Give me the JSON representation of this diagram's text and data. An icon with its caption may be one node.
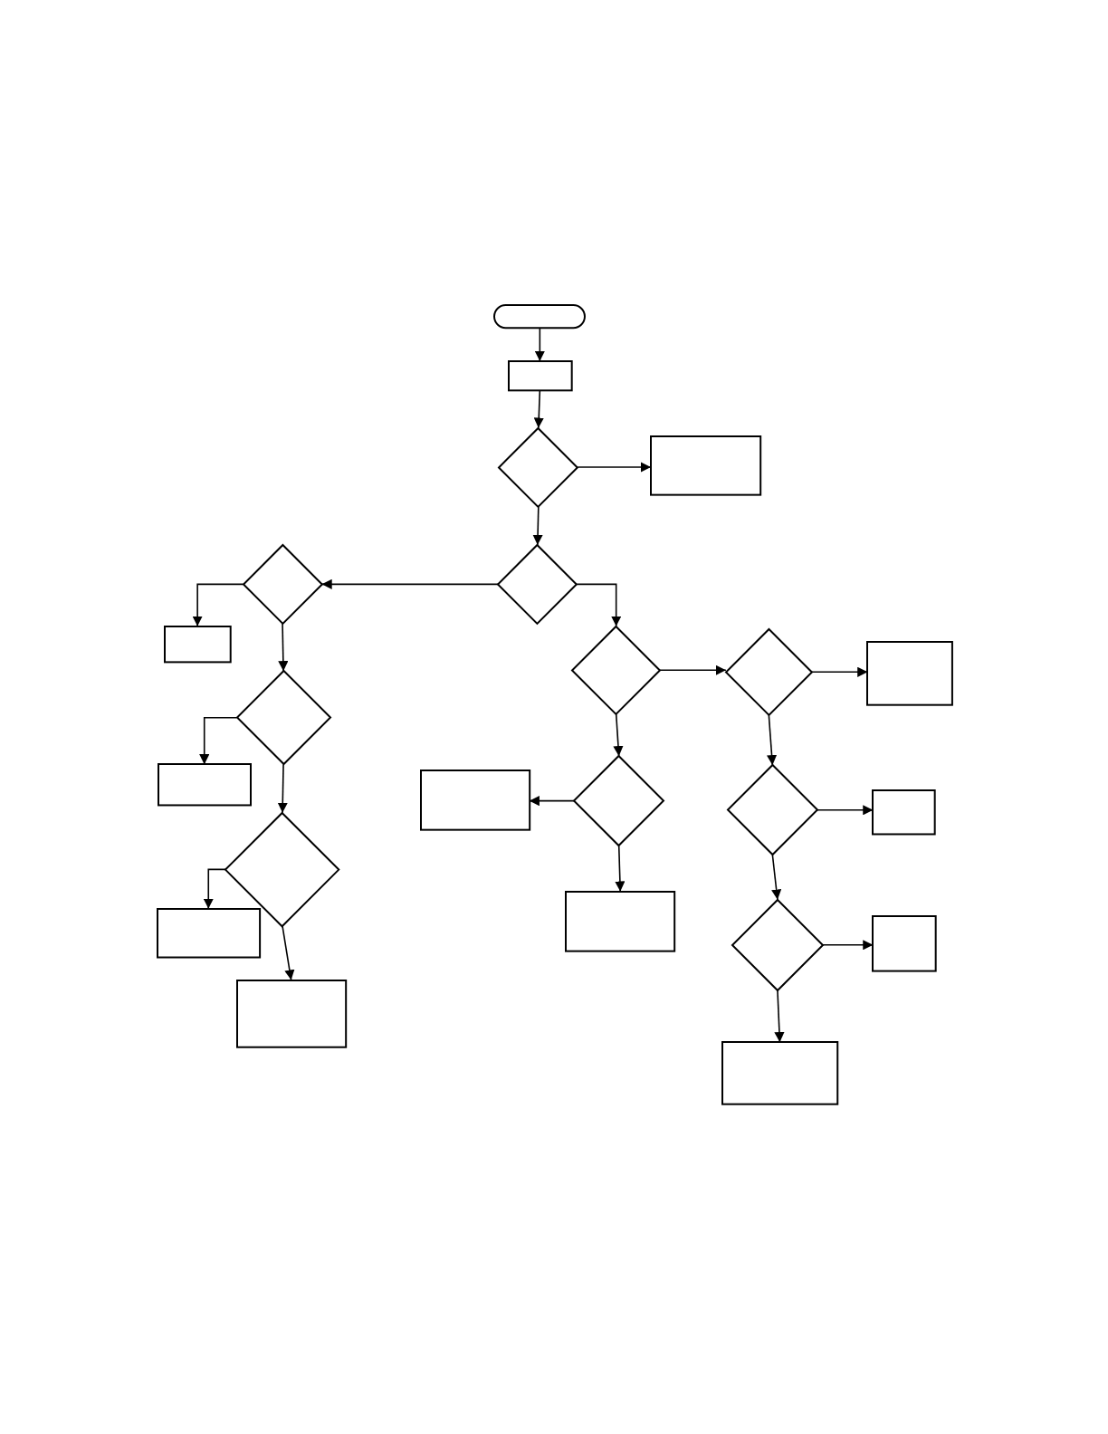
{
  "diagram": {
    "nodes": [
      {
        "text": [],
        "shape": "pill"
      },
      {
        "text": [],
        "shape": "box"
      },
      {
        "text": [],
        "shape": "diamond"
      },
      {
        "text": [],
        "shape": "box"
      },
      {
        "text": [],
        "shape": "diamond"
      },
      {
        "text": [],
        "shape": "diamond"
      },
      {
        "text": [],
        "shape": "box"
      },
      {
        "text": [],
        "shape": "diamond"
      },
      {
        "text": [],
        "shape": "diamond"
      },
      {
        "text": [],
        "shape": "box"
      },
      {
        "text": [],
        "shape": "diamond"
      },
      {
        "text": [],
        "shape": "box"
      },
      {
        "text": [],
        "shape": "diamond"
      },
      {
        "text": [],
        "shape": "box"
      },
      {
        "text": [],
        "shape": "diamond"
      },
      {
        "text": [],
        "shape": "box"
      },
      {
        "text": [],
        "shape": "diamond"
      },
      {
        "text": [],
        "shape": "box"
      },
      {
        "text": [],
        "shape": "box"
      },
      {
        "text": [],
        "shape": "diamond"
      },
      {
        "text": [],
        "shape": "box"
      },
      {
        "text": [],
        "shape": "box"
      },
      {
        "text": [],
        "shape": "box"
      }
    ],
    "edges": [
      {
        "from": 0,
        "to": 1,
        "arrow": "to"
      },
      {
        "from": 1,
        "to": 2,
        "arrow": "to"
      },
      {
        "from": 2,
        "to": 3,
        "arrow": "to"
      },
      {
        "from": 2,
        "to": 4,
        "arrow": "to"
      },
      {
        "from": 4,
        "to": 5,
        "arrow": "to"
      },
      {
        "from": 4,
        "to": 7,
        "arrow": "to"
      },
      {
        "from": 5,
        "to": 6,
        "arrow": "to"
      },
      {
        "from": 5,
        "to": 10,
        "arrow": "to"
      },
      {
        "from": 7,
        "to": 8,
        "arrow": "to"
      },
      {
        "from": 7,
        "to": 12,
        "arrow": "to"
      },
      {
        "from": 8,
        "to": 9,
        "arrow": "to"
      },
      {
        "from": 8,
        "to": 14,
        "arrow": "to"
      },
      {
        "from": 10,
        "to": 11,
        "arrow": "to"
      },
      {
        "from": 10,
        "to": 16,
        "arrow": "to"
      },
      {
        "from": 12,
        "to": 13,
        "arrow": "to"
      },
      {
        "from": 12,
        "to": 18,
        "arrow": "to"
      },
      {
        "from": 14,
        "to": 15,
        "arrow": "to"
      },
      {
        "from": 14,
        "to": 19,
        "arrow": "to"
      },
      {
        "from": 16,
        "to": 17,
        "arrow": "to"
      },
      {
        "from": 16,
        "to": 21,
        "arrow": "to"
      },
      {
        "from": 19,
        "to": 20,
        "arrow": "to"
      },
      {
        "from": 19,
        "to": 22,
        "arrow": "to"
      }
    ]
  }
}
